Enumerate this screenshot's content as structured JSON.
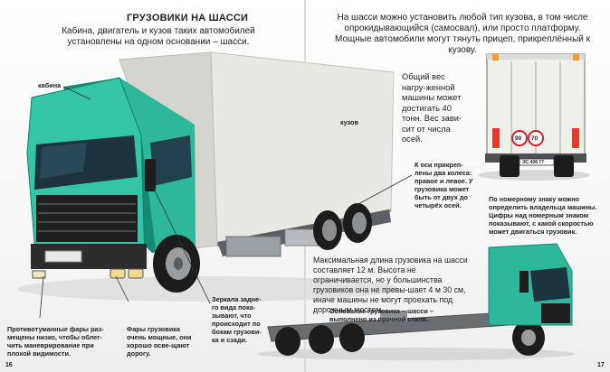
{
  "page_left": {
    "title": "ГРУЗОВИКИ НА ШАССИ",
    "intro": "Кабина, двигатель и кузов таких автомобилей установлены на одном основании – шасси.",
    "label_cabin": "кабина",
    "label_body": "кузов",
    "caption_weight": "Общий вес нагру-женной машины может достигать 40 тонн. Вес зави-сит от числа осей.",
    "caption_axles": "К оси прикреп-лены два колеса: правое и левое. У грузовика может быть от двух до четырёх осей.",
    "caption_mirrors": "Зеркала задне-го вида пока-зывают, что происходит по бокам грузови-ка и сзади.",
    "caption_foglights": "Противотуманные фары раз-мещены низко, чтобы облег-чить маневрирование при плохой видимости.",
    "caption_headlights": "Фары грузовика очень мощные, они хорошо осве-щают дорогу.",
    "page_number": "16"
  },
  "page_right": {
    "intro": "На шасси можно установить любой тип кузова, в том числе опрокидывающийся (самосвал), или просто платформу. Мощные автомобили могут тянуть прицеп, прикреплённый к кузову.",
    "caption_plate": "По номерному знаку можно определить владельца машины. Цифры над номерным знаком показывают, с какой скоростью может двигаться грузовик.",
    "speed_1": "90",
    "speed_2": "70",
    "plate_text": "ЭС 408 77",
    "caption_length": "Максимальная длина грузовика на шасси составляет 12 м. Высота не ограничивается, но у большинства грузовиков она не превы-шает 4 м 30 см, иначе машины не могут проехать под дорожным мостом.",
    "caption_chassis": "Основание грузовика – шасси – выполнено из прочной стали.",
    "page_number": "17"
  },
  "colors": {
    "cab_teal": "#2db89a",
    "cab_dark": "#168a72",
    "body_white": "#efefeb",
    "steel_gray": "#7d8083",
    "tire_black": "#1c1c1c"
  }
}
